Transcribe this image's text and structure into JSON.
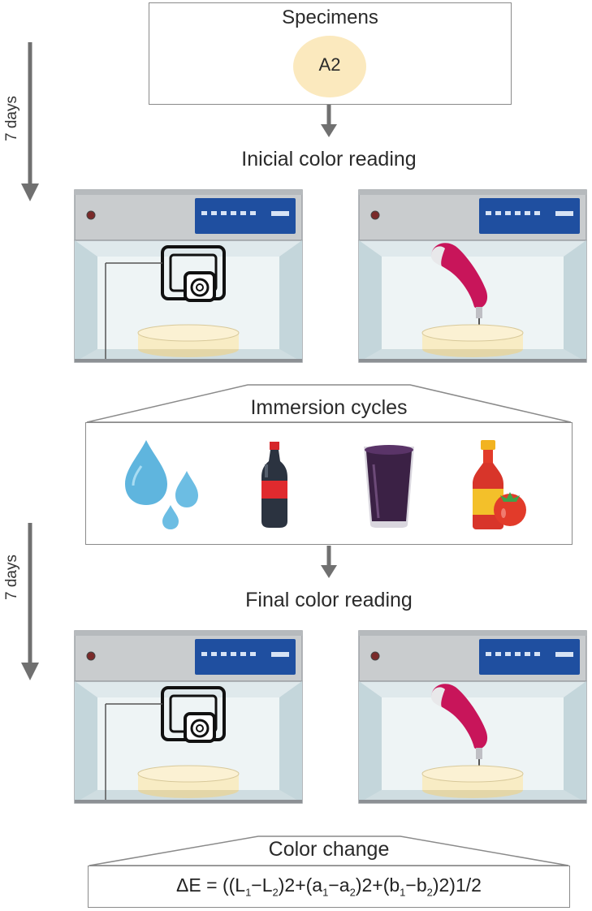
{
  "specimens": {
    "title": "Specimens",
    "shade": "A2"
  },
  "side_labels": {
    "top": "7 days",
    "bottom": "7 days"
  },
  "steps": {
    "initial": "Inicial color reading",
    "immersion": "Immersion cycles",
    "final": "Final color reading",
    "change": "Color change"
  },
  "formula": {
    "delta_e": "ΔE = ((L",
    "one_a": "1",
    "minus_l": "−L",
    "two_a": "2",
    "p2": ")2+(a",
    "one_b": "1",
    "minus_a": "−a",
    "two_b": "2",
    "p3": ")2+(b",
    "one_c": "1",
    "minus_b": "−b",
    "two_c": "2",
    "tail": ")2)1/2"
  },
  "colors": {
    "arrow": "#707070",
    "disc": "#f8ecc4",
    "shade_circle": "#fbe9be",
    "cabinet_top": "#c9ccce",
    "panel_blue": "#1f4fa0",
    "spectro_pink": "#c8155a"
  },
  "icons": [
    "water-drops-icon",
    "cola-bottle-icon",
    "acai-cup-icon",
    "ketchup-tomato-icon"
  ]
}
